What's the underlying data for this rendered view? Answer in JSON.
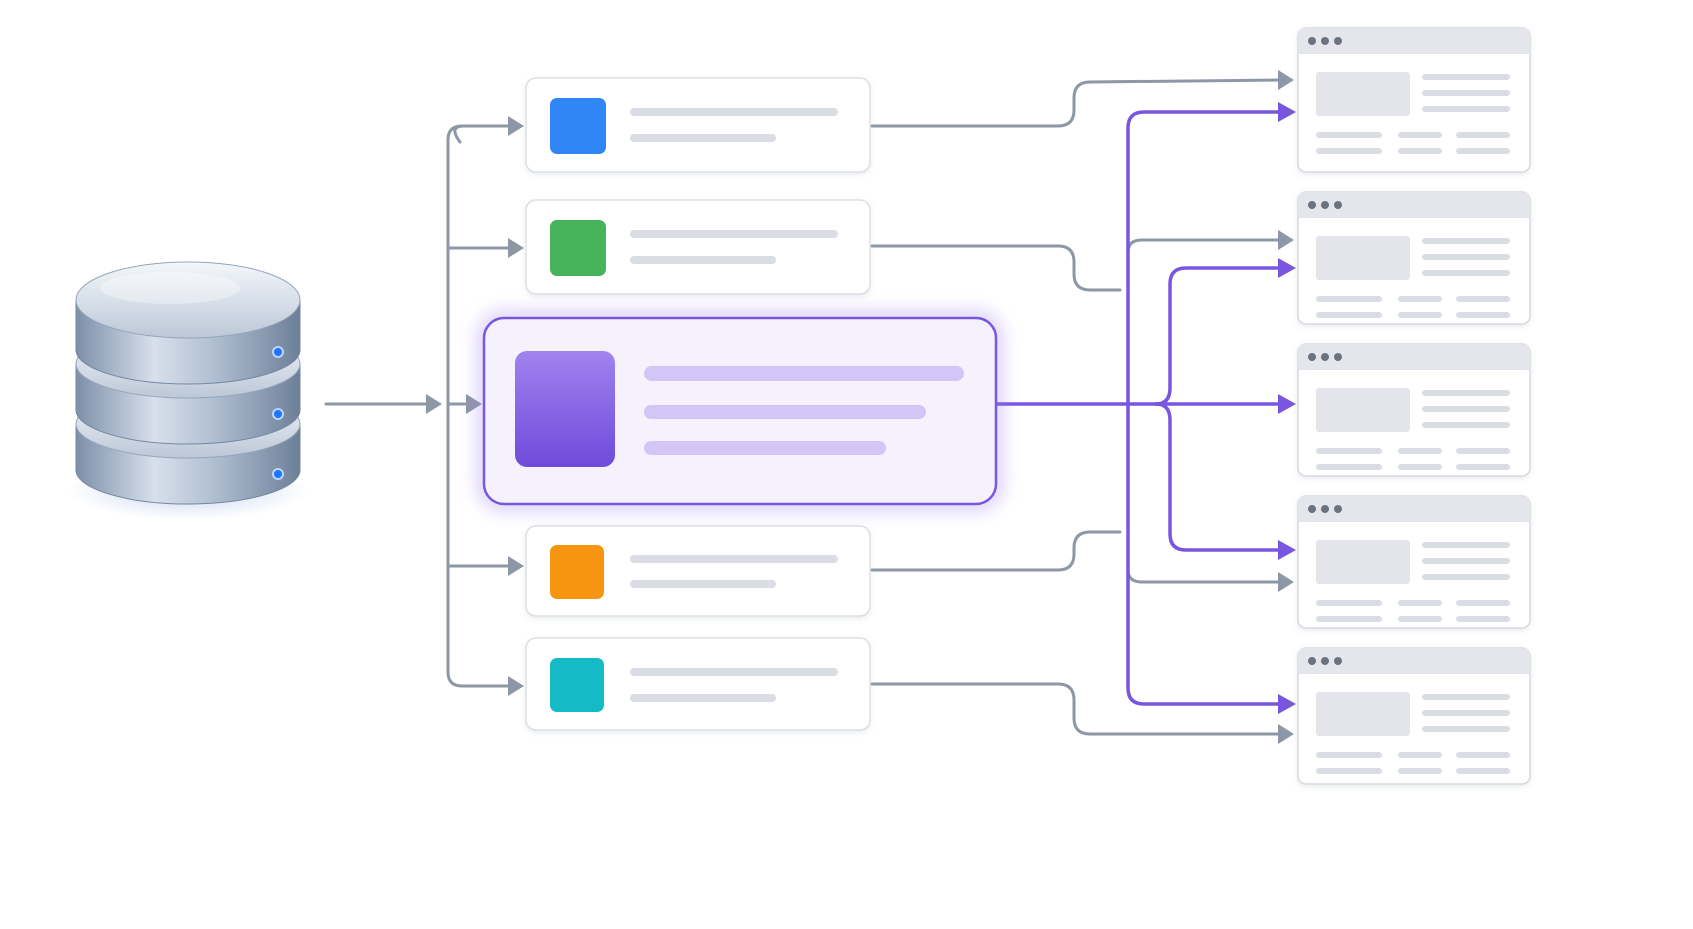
{
  "colors": {
    "background": "#ffffff",
    "connector": "#8d97a6",
    "accent": "#7a56e0",
    "card_border": "#dcdfe5",
    "placeholder_line": "#dadde3",
    "placeholder_block": "#e3e5ea",
    "window_bar": "#e4e6eb",
    "window_dot": "#6c7380"
  },
  "source": {
    "icon": "database-icon",
    "drive_lights": 3
  },
  "services": [
    {
      "id": "blue",
      "color": "#2f86f4",
      "icon": "blue-square-icon"
    },
    {
      "id": "green",
      "color": "#47b35a",
      "icon": "green-square-icon"
    },
    {
      "id": "purple",
      "color": "#8660e6",
      "icon": "purple-square-icon",
      "highlighted": true
    },
    {
      "id": "orange",
      "color": "#f79410",
      "icon": "orange-square-icon"
    },
    {
      "id": "teal",
      "color": "#14bac6",
      "icon": "teal-square-icon"
    }
  ],
  "outputs": [
    {
      "id": "window-1",
      "icon": "browser-window-icon"
    },
    {
      "id": "window-2",
      "icon": "browser-window-icon"
    },
    {
      "id": "window-3",
      "icon": "browser-window-icon"
    },
    {
      "id": "window-4",
      "icon": "browser-window-icon"
    },
    {
      "id": "window-5",
      "icon": "browser-window-icon"
    }
  ],
  "edges": [
    {
      "from": "database",
      "to": "purple",
      "style": "gray"
    },
    {
      "from": "blue",
      "to": "window-1",
      "style": "gray"
    },
    {
      "from": "green",
      "to": "window-2",
      "style": "gray"
    },
    {
      "from": "orange",
      "to": "window-4",
      "style": "gray"
    },
    {
      "from": "teal",
      "to": "window-5",
      "style": "gray"
    },
    {
      "from": "purple",
      "to": "window-1",
      "style": "accent"
    },
    {
      "from": "purple",
      "to": "window-2",
      "style": "accent"
    },
    {
      "from": "purple",
      "to": "window-3",
      "style": "accent"
    },
    {
      "from": "purple",
      "to": "window-4",
      "style": "accent"
    },
    {
      "from": "purple",
      "to": "window-5",
      "style": "accent"
    }
  ]
}
